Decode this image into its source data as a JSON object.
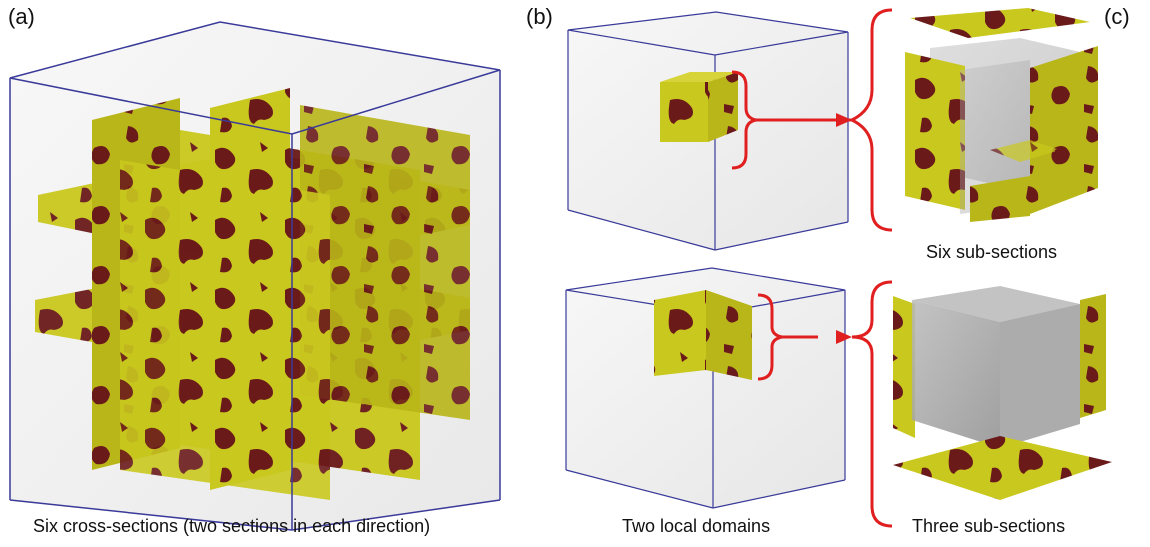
{
  "panel_labels": {
    "a": "(a)",
    "b": "(b)",
    "c": "(c)"
  },
  "captions": {
    "a": "Six cross-sections (two sections in each direction)",
    "b": "Two local domains",
    "c_top": "Six sub-sections",
    "c_bottom": "Three sub-sections"
  },
  "colors": {
    "section_fill": "#c9c81e",
    "section_dark": "#a8a412",
    "pore": "#6b1a1a",
    "box_edge": "#3a3a9a",
    "arrow": "#e02020",
    "glass": "#d8d8d8"
  }
}
